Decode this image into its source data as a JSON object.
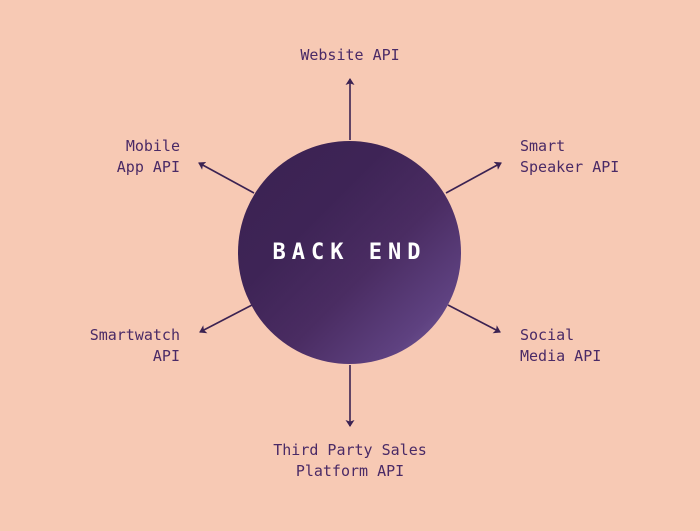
{
  "diagram": {
    "type": "hub-and-spoke",
    "title": "Back End API consumers",
    "background_color": "#F7C9B4",
    "text_color": "#4A2A66",
    "arrow_color": "#3B2252",
    "hub": {
      "label": "BACK END",
      "gradient_from": "#3B2252",
      "gradient_to": "#7C63A0",
      "text_color": "#FFFFFF"
    },
    "nodes": [
      {
        "id": "website",
        "label": "Website API",
        "direction": "up",
        "align": "center"
      },
      {
        "id": "mobile-app",
        "label": "Mobile\nApp API",
        "direction": "upper-left",
        "align": "right"
      },
      {
        "id": "smart-speaker",
        "label": "Smart\nSpeaker API",
        "direction": "upper-right",
        "align": "left"
      },
      {
        "id": "smartwatch",
        "label": "Smartwatch\nAPI",
        "direction": "lower-left",
        "align": "right"
      },
      {
        "id": "social-media",
        "label": "Social\nMedia API",
        "direction": "lower-right",
        "align": "left"
      },
      {
        "id": "third-party",
        "label": "Third Party Sales\nPlatform API",
        "direction": "down",
        "align": "center"
      }
    ]
  }
}
